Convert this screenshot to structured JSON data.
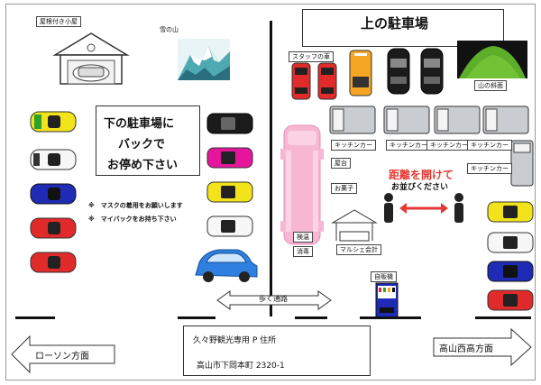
{
  "labels": {
    "garage": "屋根付き小屋",
    "snow": "雪の山",
    "upper_lot": "上の駐車場",
    "staff_car": "スタッフの車",
    "slope": "山の斜面",
    "lower_lot_line1": "下の駐車場に",
    "lower_lot_line2": "バックで",
    "lower_lot_line3": "お停め下さい",
    "note_mask": "※　マスクの着用をお願いします",
    "note_bag": "※　マイバックをお持ち下さい",
    "kitchen_car": "キッチンカー",
    "yatai": "屋台",
    "okashi": "お菓子",
    "marche": "マルシェ会計",
    "kenon": "検温",
    "shodoku": "消毒",
    "vending": "自販機",
    "distance_line1": "距離を開けて",
    "distance_line2": "お並びください",
    "walkway": "歩く通路",
    "address_line1": "久々野観光専用 P 住所",
    "address_line2": "高山市下岡本町 2320-1",
    "left_dir": "ローソン方面",
    "right_dir": "高山西高方面"
  },
  "colors": {
    "bus": "#f7b6d2",
    "arrow_red": "#e53935",
    "red": "#e12a2a",
    "orange": "#f5a623",
    "navy": "#1f2bb5",
    "yellow": "#f2e31b",
    "pink": "#e5169c",
    "silver": "#c9ccd0",
    "black": "#1b1b1b",
    "green": "#2ea02e",
    "blue": "#2f7fe0"
  }
}
